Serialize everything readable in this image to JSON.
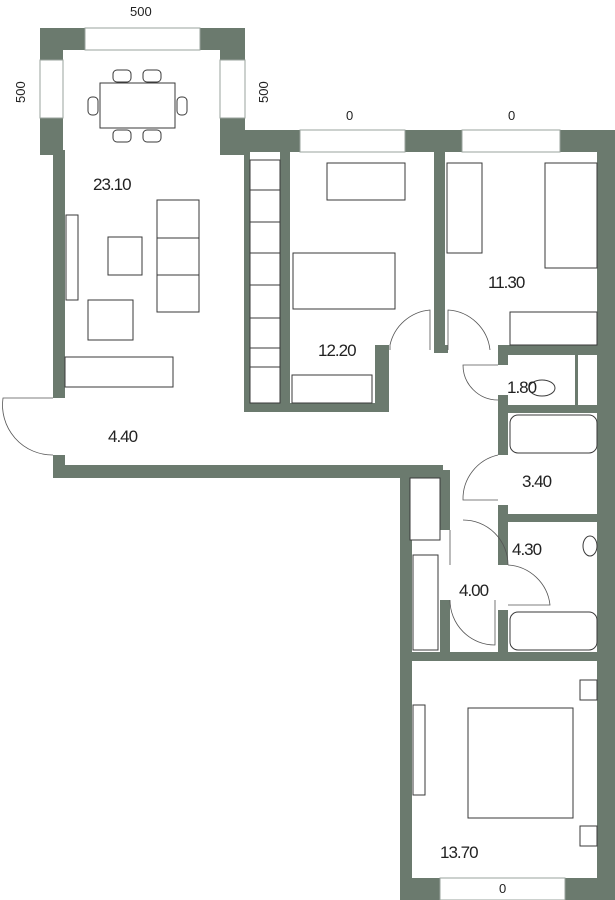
{
  "plan": {
    "wall_color": "#6b7a6e",
    "dimensions": {
      "top_living": "500",
      "left_living": "500",
      "right_living": "500",
      "top_bedroom_1": "0",
      "top_bedroom_2": "0",
      "bottom_bedroom_3": "0"
    },
    "rooms": {
      "living": "23.10",
      "bedroom_1": "12.20",
      "bedroom_2": "11.30",
      "wc_1": "1.80",
      "hall": "4.40",
      "bathroom_1": "3.40",
      "bathroom_2": "4.30",
      "corridor": "4.00",
      "bedroom_3": "13.70"
    }
  }
}
